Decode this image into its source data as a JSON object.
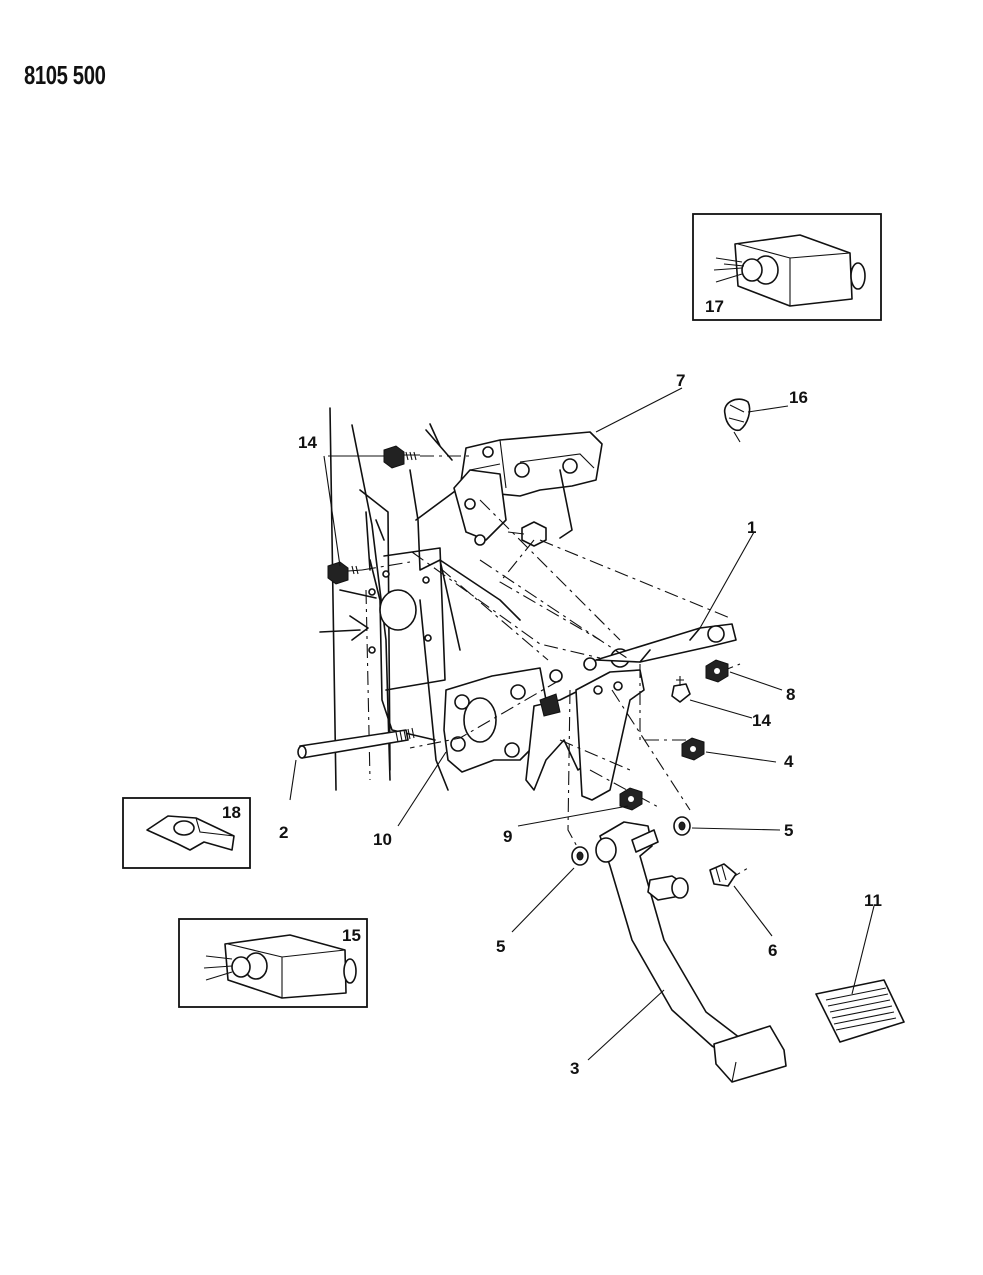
{
  "header": {
    "code": "8105 500"
  },
  "callouts": [
    {
      "id": "c1",
      "text": "1"
    },
    {
      "id": "c2",
      "text": "2"
    },
    {
      "id": "c3",
      "text": "3"
    },
    {
      "id": "c4",
      "text": "4"
    },
    {
      "id": "c5a",
      "text": "5"
    },
    {
      "id": "c5b",
      "text": "5"
    },
    {
      "id": "c6",
      "text": "6"
    },
    {
      "id": "c7",
      "text": "7"
    },
    {
      "id": "c8",
      "text": "8"
    },
    {
      "id": "c9",
      "text": "9"
    },
    {
      "id": "c10",
      "text": "10"
    },
    {
      "id": "c11",
      "text": "11"
    },
    {
      "id": "c14a",
      "text": "14"
    },
    {
      "id": "c14b",
      "text": "14"
    },
    {
      "id": "c15",
      "text": "15"
    },
    {
      "id": "c16",
      "text": "16"
    },
    {
      "id": "c17",
      "text": "17"
    },
    {
      "id": "c18",
      "text": "18"
    }
  ],
  "inset_boxes": {
    "box15": "15",
    "box17": "17",
    "box18": "18"
  }
}
